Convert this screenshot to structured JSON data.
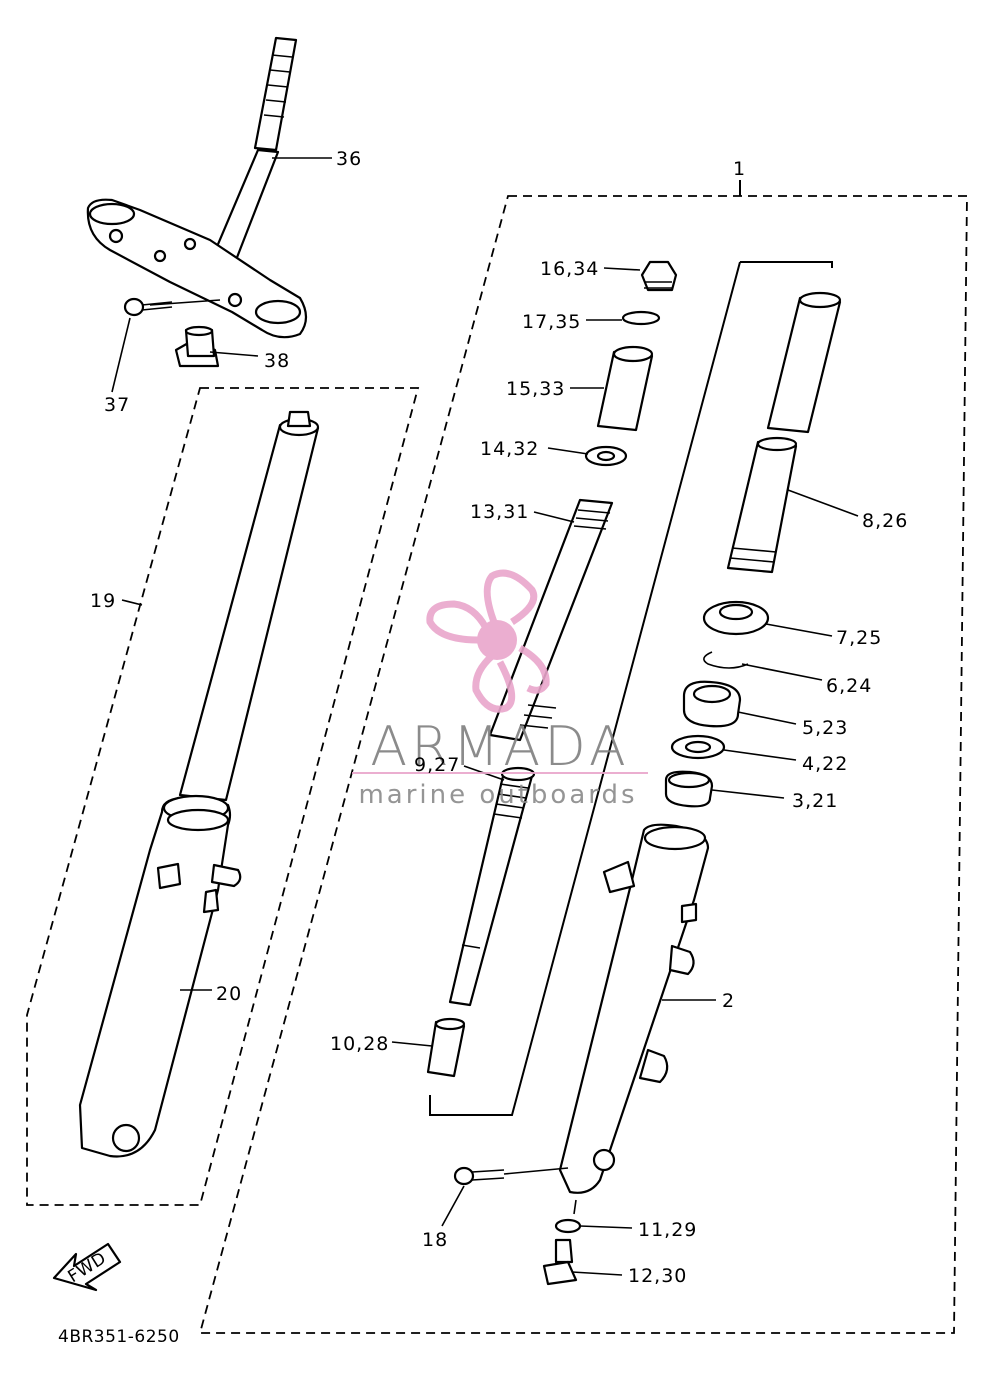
{
  "diagram": {
    "code": "4BR351-6250",
    "fwd_label": "FWD",
    "labels": {
      "p1": "1",
      "p2": "2",
      "p3_21": "3,21",
      "p4_22": "4,22",
      "p5_23": "5,23",
      "p6_24": "6,24",
      "p7_25": "7,25",
      "p8_26": "8,26",
      "p9_27": "9,27",
      "p10_28": "10,28",
      "p11_29": "11,29",
      "p12_30": "12,30",
      "p13_31": "13,31",
      "p14_32": "14,32",
      "p15_33": "15,33",
      "p16_34": "16,34",
      "p17_35": "17,35",
      "p18": "18",
      "p19": "19",
      "p20": "20",
      "p36": "36",
      "p37": "37",
      "p38": "38"
    }
  },
  "watermark": {
    "title": "ARMADA",
    "subtitle": "marine outboards",
    "color_pink": "#e9a6cb",
    "color_gray": "#8a8a8a"
  }
}
